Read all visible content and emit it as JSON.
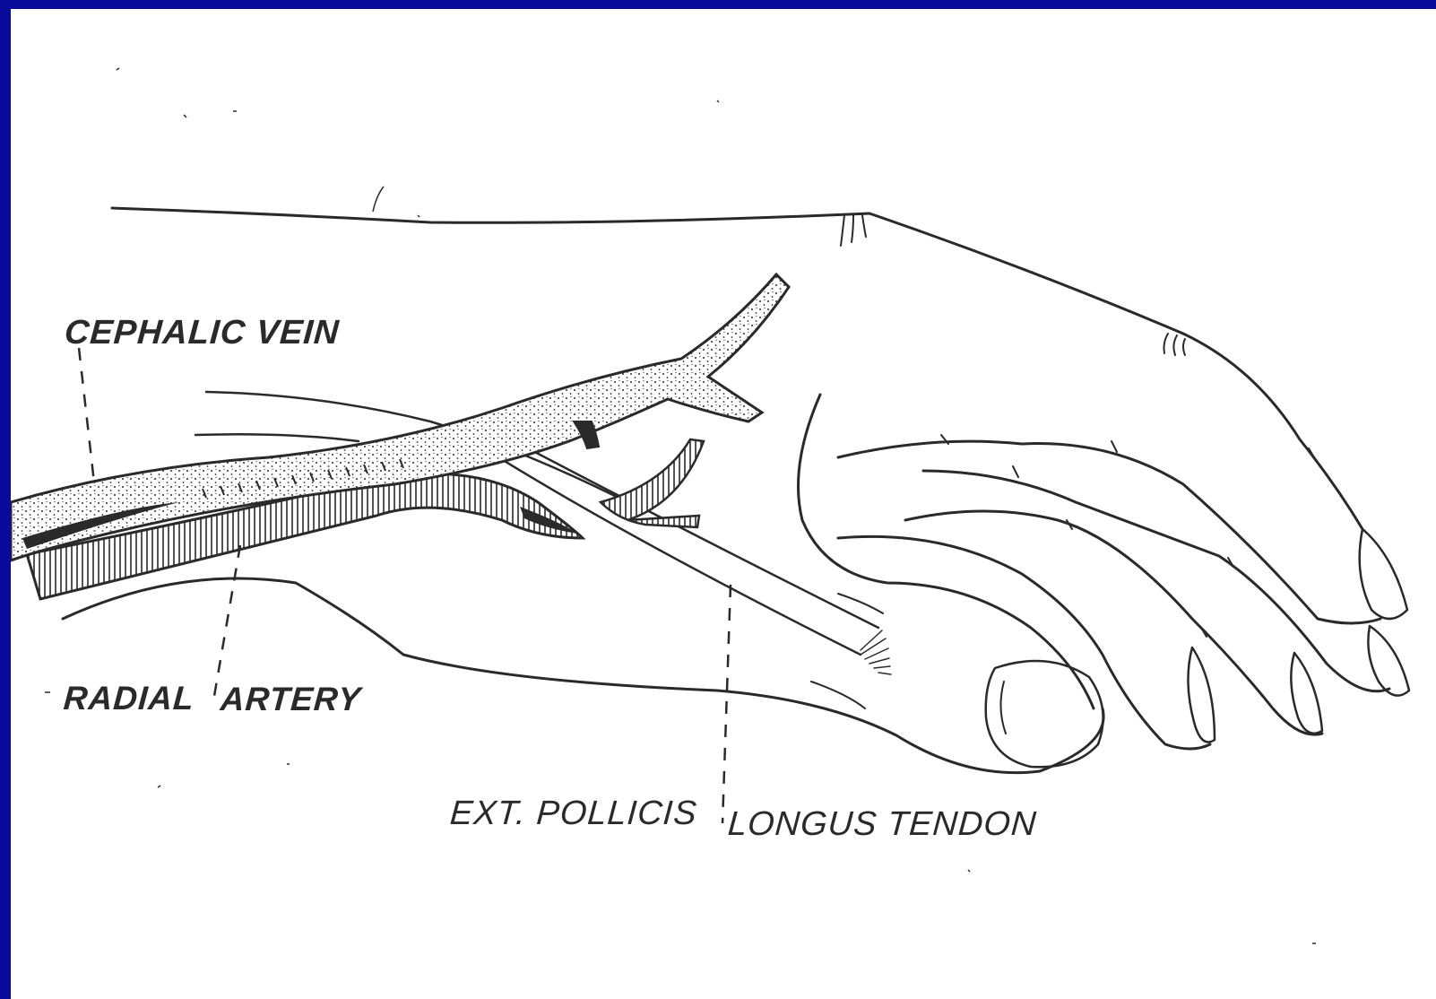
{
  "labels": {
    "cephalic_vein": "CEPHALIC  VEIN",
    "radial": "RADIAL",
    "artery": "ARTERY",
    "ext_pollicis": "EXT. POLLICIS",
    "longus_tendon": "LONGUS  TENDON"
  },
  "colors": {
    "frame_border": "#0a0a9c",
    "background": "#ffffff",
    "ink": "#2a2a2a"
  }
}
